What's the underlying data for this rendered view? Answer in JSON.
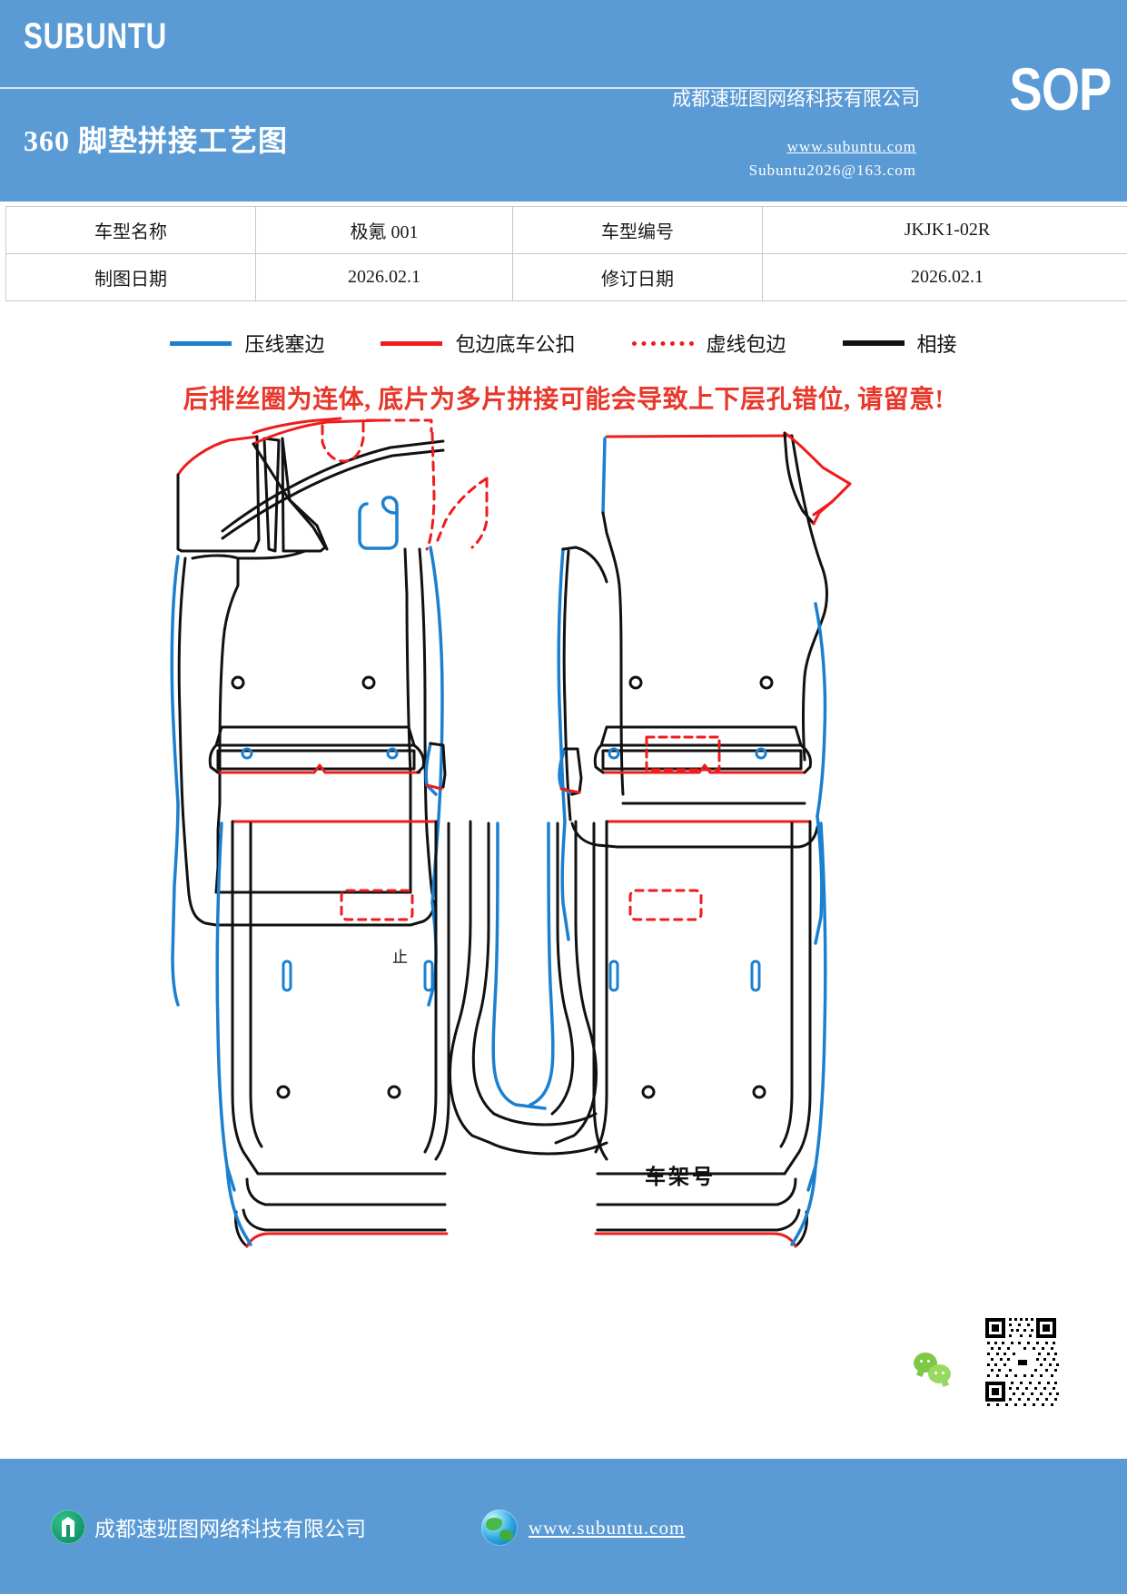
{
  "header": {
    "brand": "SUBUNTU",
    "doc_title": "360 脚垫拼接工艺图",
    "sop_badge": "SOP",
    "company_cn": "成都速班图网络科技有限公司",
    "website": "www.subuntu.com",
    "email": "Subuntu2026@163.com",
    "bg_color": "#5b9bd5"
  },
  "info_table": {
    "rows": [
      {
        "label1": "车型名称",
        "value1": "极氪 001",
        "label2": "车型编号",
        "value2": "JKJK1-02R"
      },
      {
        "label1": "制图日期",
        "value1": "2026.02.1",
        "label2": "修订日期",
        "value2": "2026.02.1"
      }
    ]
  },
  "legend": {
    "items": [
      {
        "label": "压线塞边",
        "style": "solid",
        "color": "#1b80d0",
        "icon": "line-swatch"
      },
      {
        "label": "包边底车公扣",
        "style": "solid",
        "color": "#ee1c1c",
        "icon": "line-swatch"
      },
      {
        "label": "虚线包边",
        "style": "dotted",
        "color": "#ee1c1c",
        "icon": "dotted-line-swatch"
      },
      {
        "label": "相接",
        "style": "solid",
        "color": "#111111",
        "icon": "line-swatch"
      }
    ]
  },
  "warning": {
    "text": "后排丝圈为连体, 底片为多片拼接可能会导致上下层孔错位, 请留意!",
    "color": "#e8372b"
  },
  "drawing": {
    "annotations": {
      "vin_label": "车架号",
      "stop_label": "止"
    },
    "panels": [
      {
        "name": "front-left-mat",
        "position": "top-left"
      },
      {
        "name": "front-right-mat",
        "position": "top-right"
      },
      {
        "name": "rear-mat-assembly",
        "position": "bottom-center"
      }
    ],
    "colors": {
      "seam": "#111111",
      "piping": "#1b80d0",
      "binding": "#ee1c1c",
      "dashed_binding": "#ee1c1c"
    }
  },
  "footer": {
    "company": "成都速班图网络科技有限公司",
    "website": "www.subuntu.com",
    "company_icon": "building-icon",
    "web_icon": "globe-icon",
    "wechat_icon": "wechat-icon",
    "qr_icon": "qr-code",
    "bg_color": "#5b9bd5"
  }
}
